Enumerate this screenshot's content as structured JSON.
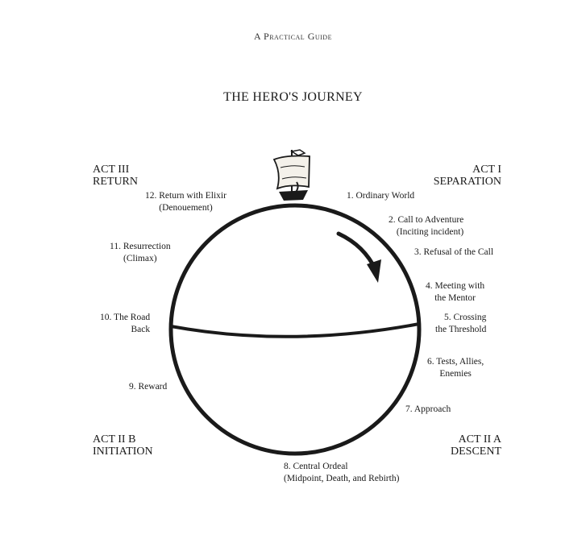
{
  "header": {
    "running_title": "A Practical Guide"
  },
  "diagram": {
    "title": "THE HERO'S JOURNEY",
    "acts": [
      {
        "line1": "ACT III",
        "line2": "RETURN"
      },
      {
        "line1": "ACT I",
        "line2": "SEPARATION"
      },
      {
        "line1": "ACT II B",
        "line2": "INITIATION"
      },
      {
        "line1": "ACT II A",
        "line2": "DESCENT"
      }
    ],
    "stages": [
      {
        "line1": "1. Ordinary World",
        "line2": ""
      },
      {
        "line1": "2. Call to Adventure",
        "line2": "(Inciting incident)"
      },
      {
        "line1": "3. Refusal of the Call",
        "line2": ""
      },
      {
        "line1": "4. Meeting with",
        "line2": "the Mentor"
      },
      {
        "line1": "5. Crossing",
        "line2": "the Threshold"
      },
      {
        "line1": "6. Tests, Allies,",
        "line2": "Enemies"
      },
      {
        "line1": "7. Approach",
        "line2": ""
      },
      {
        "line1": "8. Central Ordeal",
        "line2": "(Midpoint, Death, and Rebirth)"
      },
      {
        "line1": "9. Reward",
        "line2": ""
      },
      {
        "line1": "10. The Road",
        "line2": "Back"
      },
      {
        "line1": "11. Resurrection",
        "line2": "(Climax)"
      },
      {
        "line1": "12. Return with Elixir",
        "line2": "(Denouement)"
      }
    ],
    "icons": {
      "top_marker": "sailing-ship-icon",
      "direction": "clockwise-arrow-icon"
    },
    "colors": {
      "ink": "#1a1a1a",
      "sail": "#f4f1ea"
    }
  }
}
